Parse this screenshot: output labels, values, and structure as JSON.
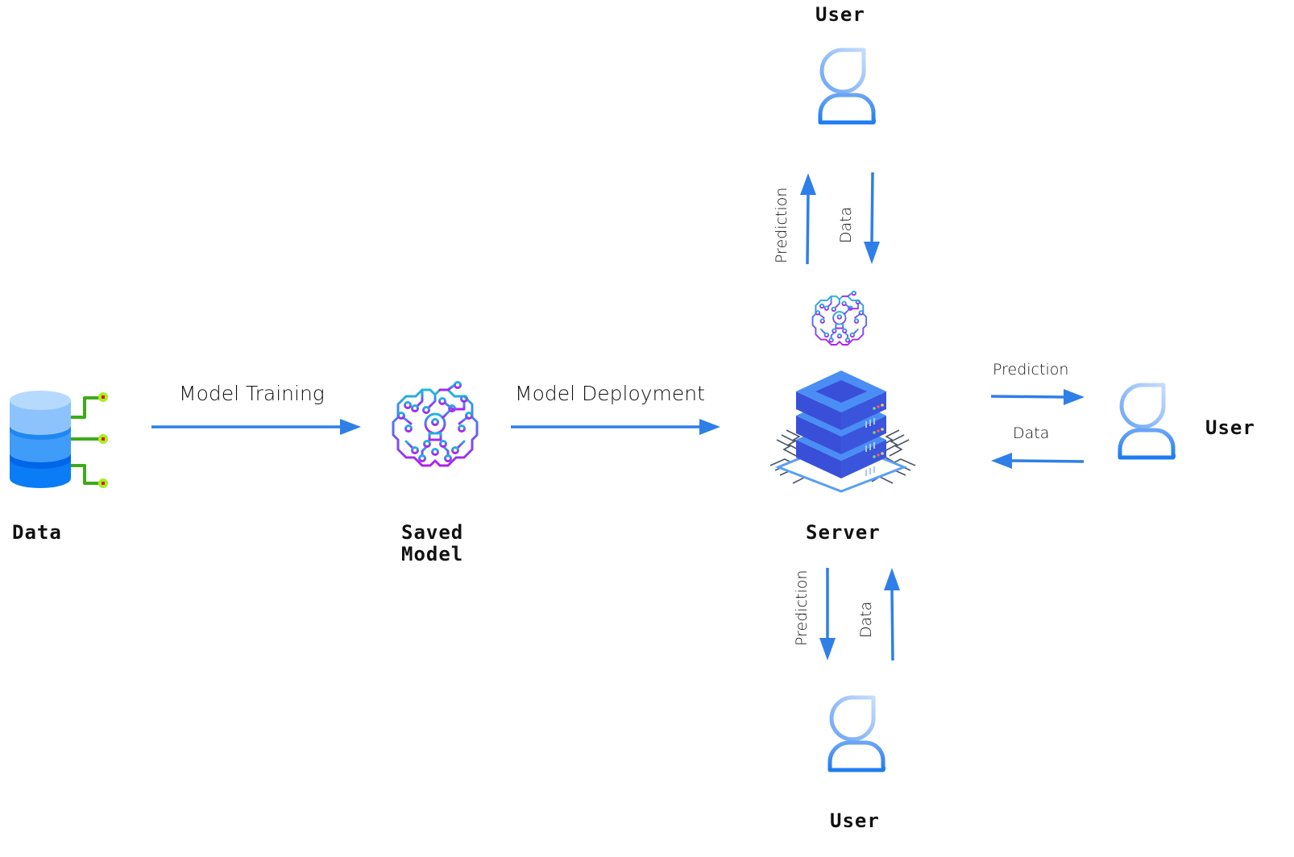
{
  "diagram": {
    "title": "ML model training and deployment flow",
    "accent_color": "#2f7fe8",
    "nodes": {
      "data": {
        "label": "Data",
        "icon": "database-icon"
      },
      "saved_model": {
        "label": "Saved\nModel",
        "icon": "brain-circuit-icon"
      },
      "server": {
        "label": "Server",
        "icon": "server-stack-icon",
        "badge_icon": "brain-circuit-icon"
      },
      "user_top": {
        "label": "User",
        "icon": "user-icon"
      },
      "user_right": {
        "label": "User",
        "icon": "user-icon"
      },
      "user_bottom": {
        "label": "User",
        "icon": "user-icon"
      }
    },
    "edges": {
      "training": {
        "from": "data",
        "to": "saved_model",
        "label": "Model Training"
      },
      "deployment": {
        "from": "saved_model",
        "to": "server",
        "label": "Model Deployment"
      },
      "top_prediction": {
        "from": "server",
        "to": "user_top",
        "label": "Prediction"
      },
      "top_data": {
        "from": "user_top",
        "to": "server",
        "label": "Data"
      },
      "right_prediction": {
        "from": "server",
        "to": "user_right",
        "label": "Prediction"
      },
      "right_data": {
        "from": "user_right",
        "to": "server",
        "label": "Data"
      },
      "bottom_prediction": {
        "from": "server",
        "to": "user_bottom",
        "label": "Prediction"
      },
      "bottom_data": {
        "from": "user_bottom",
        "to": "server",
        "label": "Data"
      }
    }
  }
}
